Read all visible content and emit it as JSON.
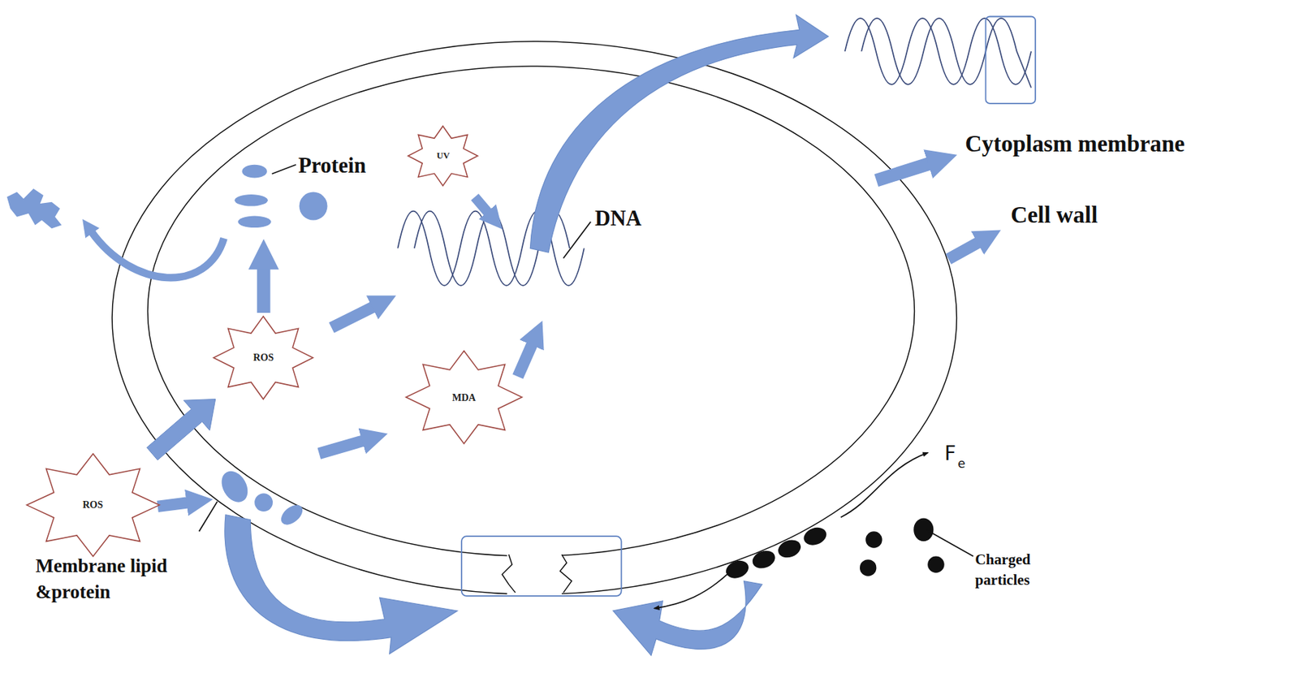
{
  "diagram": {
    "nodes": [
      {
        "text": [
          "UV"
        ]
      },
      {
        "text": [
          "ROS"
        ]
      },
      {
        "text": [
          "MDA"
        ]
      },
      {
        "text": [
          "ROS"
        ]
      }
    ],
    "edges": [
      {
        "from": 3,
        "to": 1,
        "arrow": "to"
      }
    ],
    "labels": [
      "Protein",
      "DNA",
      "Cytoplasm membrane",
      "Cell wall",
      "Membrane lipid &protein",
      "F",
      "e",
      "Charged particles"
    ]
  }
}
